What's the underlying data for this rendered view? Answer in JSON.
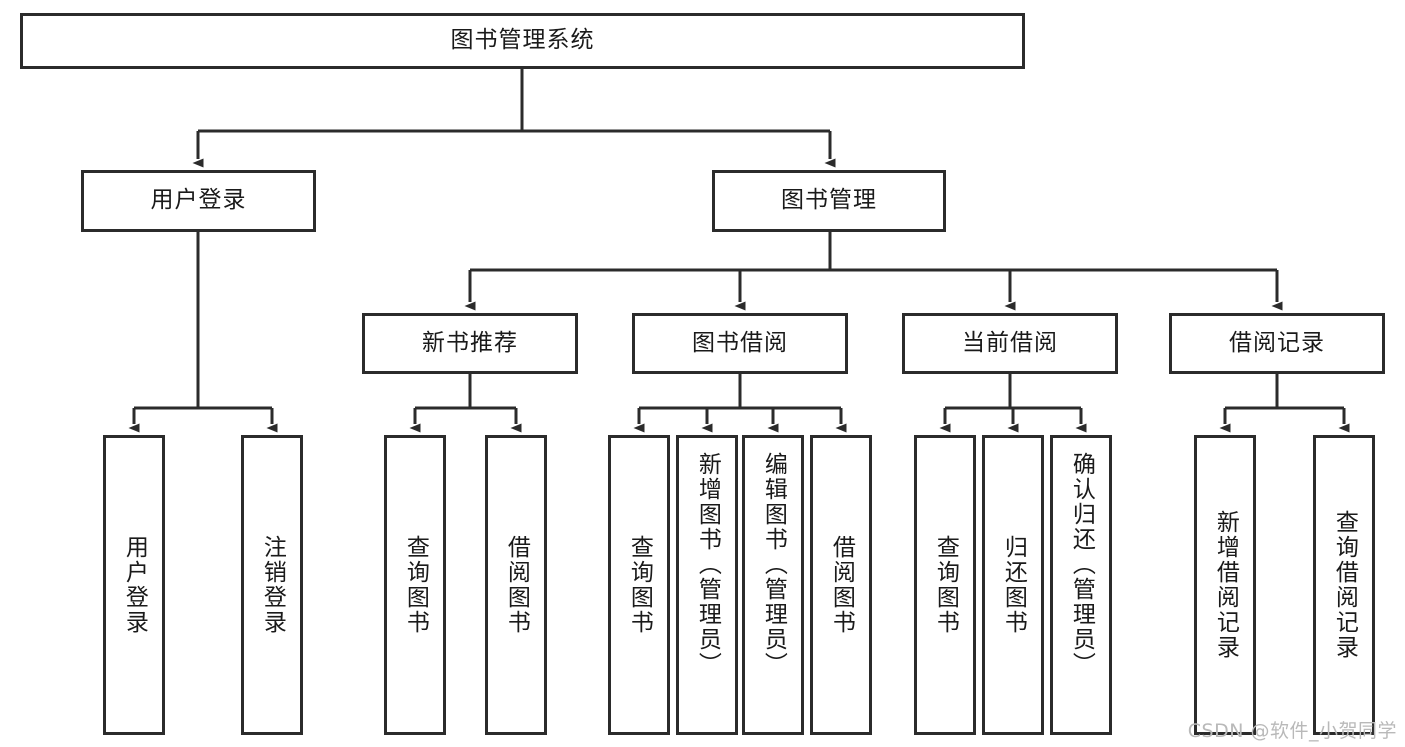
{
  "diagram": {
    "title": "图书管理系统",
    "type": "tree-hierarchy",
    "root": {
      "label": "图书管理系统"
    },
    "level2": [
      {
        "label": "用户登录"
      },
      {
        "label": "图书管理"
      }
    ],
    "level3": [
      {
        "label": "新书推荐"
      },
      {
        "label": "图书借阅"
      },
      {
        "label": "当前借阅"
      },
      {
        "label": "借阅记录"
      }
    ],
    "leaves_user_login": [
      {
        "label": "用户登录"
      },
      {
        "label": "注销登录"
      }
    ],
    "leaves_new_book": [
      {
        "label": "查询图书"
      },
      {
        "label": "借阅图书"
      }
    ],
    "leaves_book_borrow": [
      {
        "label": "查询图书"
      },
      {
        "label": "新增图书（管理员）"
      },
      {
        "label": "编辑图书（管理员）"
      },
      {
        "label": "借阅图书"
      }
    ],
    "leaves_current_borrow": [
      {
        "label": "查询图书"
      },
      {
        "label": "归还图书"
      },
      {
        "label": "确认归还（管理员）"
      }
    ],
    "leaves_borrow_record": [
      {
        "label": "新增借阅记录"
      },
      {
        "label": "查询借阅记录"
      }
    ]
  },
  "watermark": {
    "text": "CSDN @软件_小贺同学"
  },
  "colors": {
    "border": "#2b2b2b",
    "background": "#ffffff",
    "text": "#1a1a1a",
    "watermark": "#b9b9b9"
  }
}
